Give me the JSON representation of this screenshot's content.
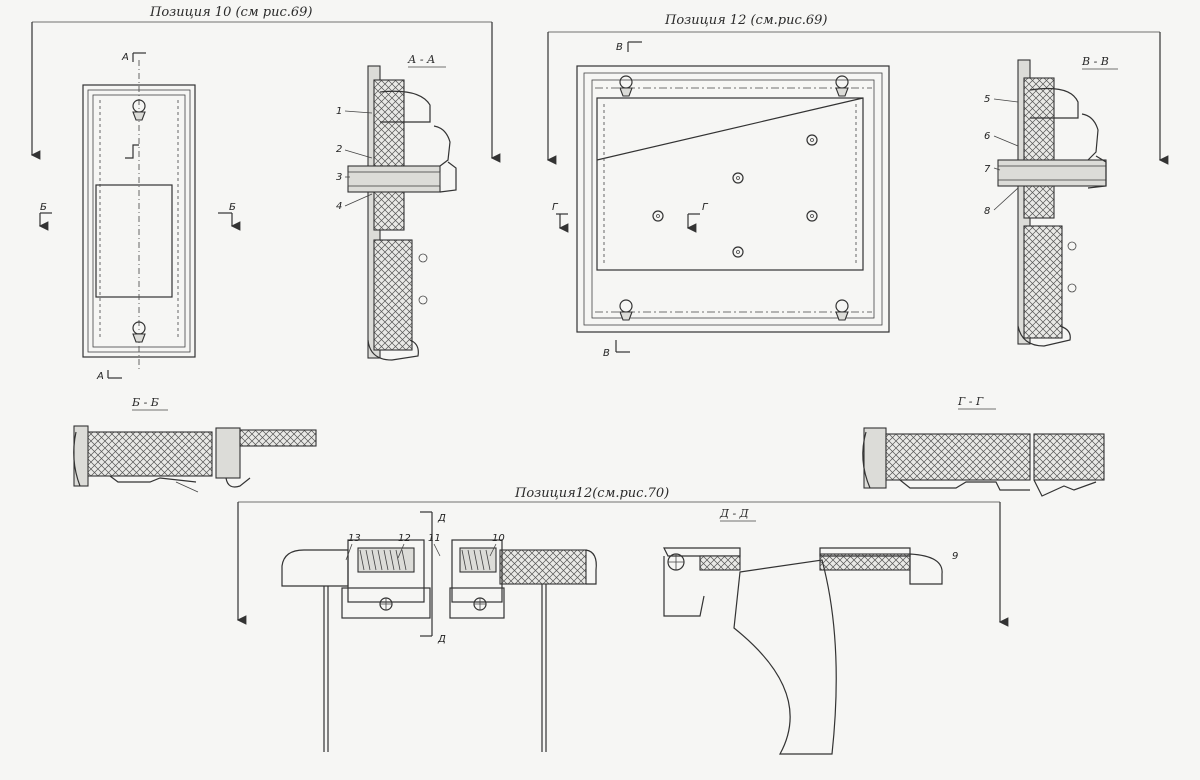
{
  "headers": {
    "pos10": "Позиция 10 (см рис.69)",
    "pos12_top": "Позиция 12 (см.рис.69)",
    "pos12_bottom": "Позиция12(см.рис.70)"
  },
  "sections": {
    "aa": "А - А",
    "vv": "В - В",
    "bb": "Б - Б",
    "gg": "Г - Г",
    "dd": "Д - Д"
  },
  "cut_markers": {
    "a": "А",
    "b": "Б",
    "v": "В",
    "g": "Г",
    "d": "Д"
  },
  "part_numbers": {
    "n1": "1",
    "n2": "2",
    "n3": "3",
    "n4": "4",
    "n5": "5",
    "n6": "6",
    "n7": "7",
    "n8": "8",
    "n9": "9",
    "n10": "10",
    "n11": "11",
    "n12": "12",
    "n13": "13"
  }
}
